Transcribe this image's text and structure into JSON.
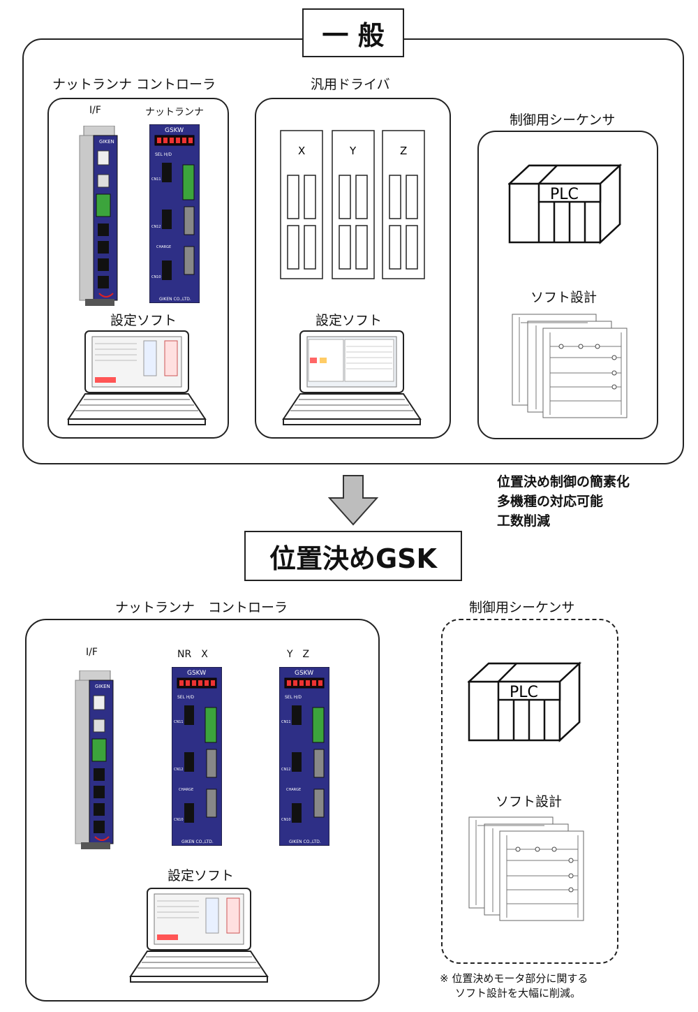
{
  "general": {
    "title": "一 般",
    "nutrunner_controller": {
      "heading": "ナットランナ コントローラ",
      "if_label": "I/F",
      "nr_label": "ナットランナ",
      "software": "設定ソフト"
    },
    "driver": {
      "heading": "汎用ドライバ",
      "axes": [
        "X",
        "Y",
        "Z"
      ],
      "software": "設定ソフト"
    },
    "sequencer": {
      "heading": "制御用シーケンサ",
      "plc": "PLC",
      "software": "ソフト設計"
    }
  },
  "benefits": [
    "位置決め制御の簡素化",
    "多機種の対応可能",
    "工数削減"
  ],
  "gsk": {
    "title": "位置決めGSK",
    "nutrunner_controller": {
      "heading": "ナットランナ　コントローラ",
      "if_label": "I/F",
      "pair1": "NR　X",
      "pair2": "Y　Z",
      "software": "設定ソフト"
    },
    "sequencer": {
      "heading": "制御用シーケンサ",
      "plc": "PLC",
      "software": "ソフト設計"
    },
    "footnote": [
      "※ 位置決めモータ部分に関する",
      "ソフト設計を大幅に削減。"
    ]
  },
  "device": {
    "model": "GSKW",
    "maker": "GIKEN CO.,LTD.",
    "if_maker": "GIKEN",
    "cn11": "CN11",
    "cn12": "CN12",
    "cn10": "CN10",
    "charge": "CHARGE",
    "sel": "SEL H/D"
  }
}
